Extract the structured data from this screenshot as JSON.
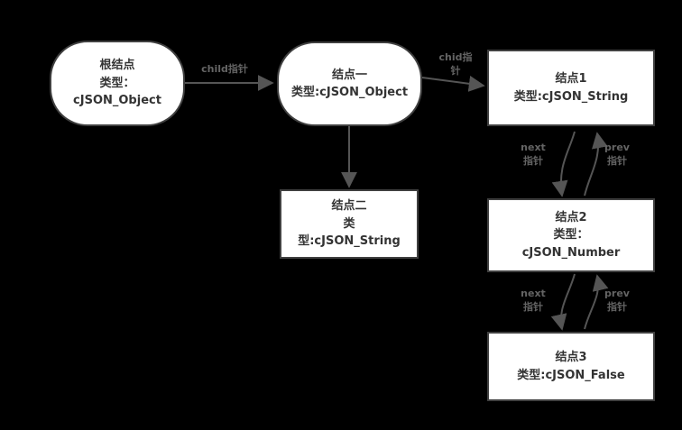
{
  "diagram": {
    "title": "cJSON linked node structure diagram",
    "nodes": {
      "root": {
        "text": "根结点\n类型：\ncJSON_Object"
      },
      "node_one": {
        "text": "结点一\n类型:cJSON_Object"
      },
      "node1": {
        "text": "结点1\n类型:cJSON_String"
      },
      "node_two": {
        "text": "结点二\n类\n型:cJSON_String"
      },
      "node2": {
        "text": "结点2\n类型：\ncJSON_Number"
      },
      "node3": {
        "text": "结点3\n类型:cJSON_False"
      }
    },
    "edge_labels": {
      "child": "child指针",
      "chid": "chid指\n针",
      "next1": "next\n指针",
      "prev1": "prev\n指针",
      "next2": "next\n指针",
      "prev2": "prev\n指针"
    },
    "colors": {
      "background": "#000000",
      "node_fill": "#ffffff",
      "node_border": "#404040",
      "node_text": "#333333",
      "edge": "#555555",
      "edge_label": "#646464"
    }
  }
}
